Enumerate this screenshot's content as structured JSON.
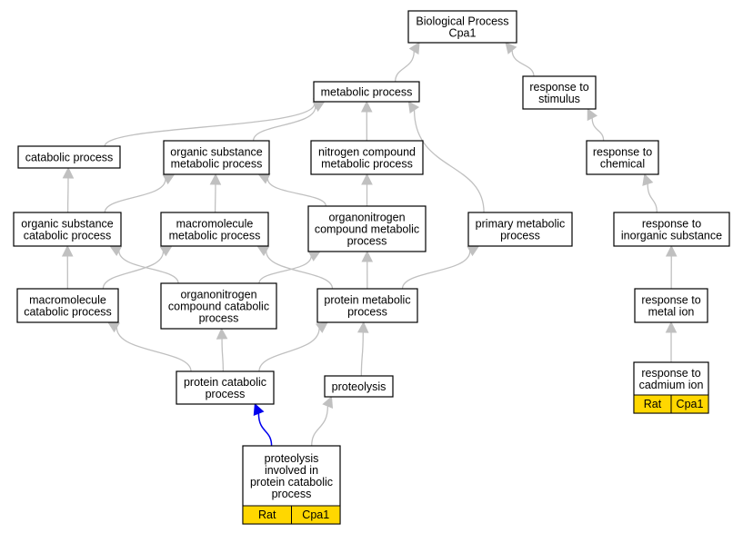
{
  "nodes": {
    "bp": [
      "Biological Process",
      "Cpa1"
    ],
    "metabolic": [
      "metabolic process"
    ],
    "response_stimulus": [
      "response to",
      "stimulus"
    ],
    "catabolic": [
      "catabolic process"
    ],
    "org_sub_metabolic": [
      "organic substance",
      "metabolic process"
    ],
    "nitrogen_metabolic": [
      "nitrogen compound",
      "metabolic process"
    ],
    "response_chemical": [
      "response to",
      "chemical"
    ],
    "org_sub_catabolic": [
      "organic substance",
      "catabolic process"
    ],
    "macro_metabolic": [
      "macromolecule",
      "metabolic process"
    ],
    "orgN_metabolic": [
      "organonitrogen",
      "compound metabolic",
      "process"
    ],
    "primary_metabolic": [
      "primary metabolic",
      "process"
    ],
    "response_inorganic": [
      "response to",
      "inorganic substance"
    ],
    "macro_catabolic": [
      "macromolecule",
      "catabolic process"
    ],
    "orgN_catabolic": [
      "organonitrogen",
      "compound catabolic",
      "process"
    ],
    "protein_metabolic": [
      "protein metabolic",
      "process"
    ],
    "response_metal": [
      "response to",
      "metal ion"
    ],
    "protein_catabolic": [
      "protein catabolic",
      "process"
    ],
    "proteolysis": [
      "proteolysis"
    ],
    "response_cadmium": [
      "response to",
      "cadmium ion"
    ],
    "proteolysis_pc": [
      "proteolysis",
      "involved in",
      "protein catabolic",
      "process"
    ]
  },
  "annotations": {
    "response_cadmium": [
      "Rat",
      "Cpa1"
    ],
    "proteolysis_pc": [
      "Rat",
      "Cpa1"
    ]
  },
  "colors": {
    "edge": "#c0c0c0",
    "highlight_edge": "#0000ee",
    "annotation_fill": "#ffd700"
  }
}
